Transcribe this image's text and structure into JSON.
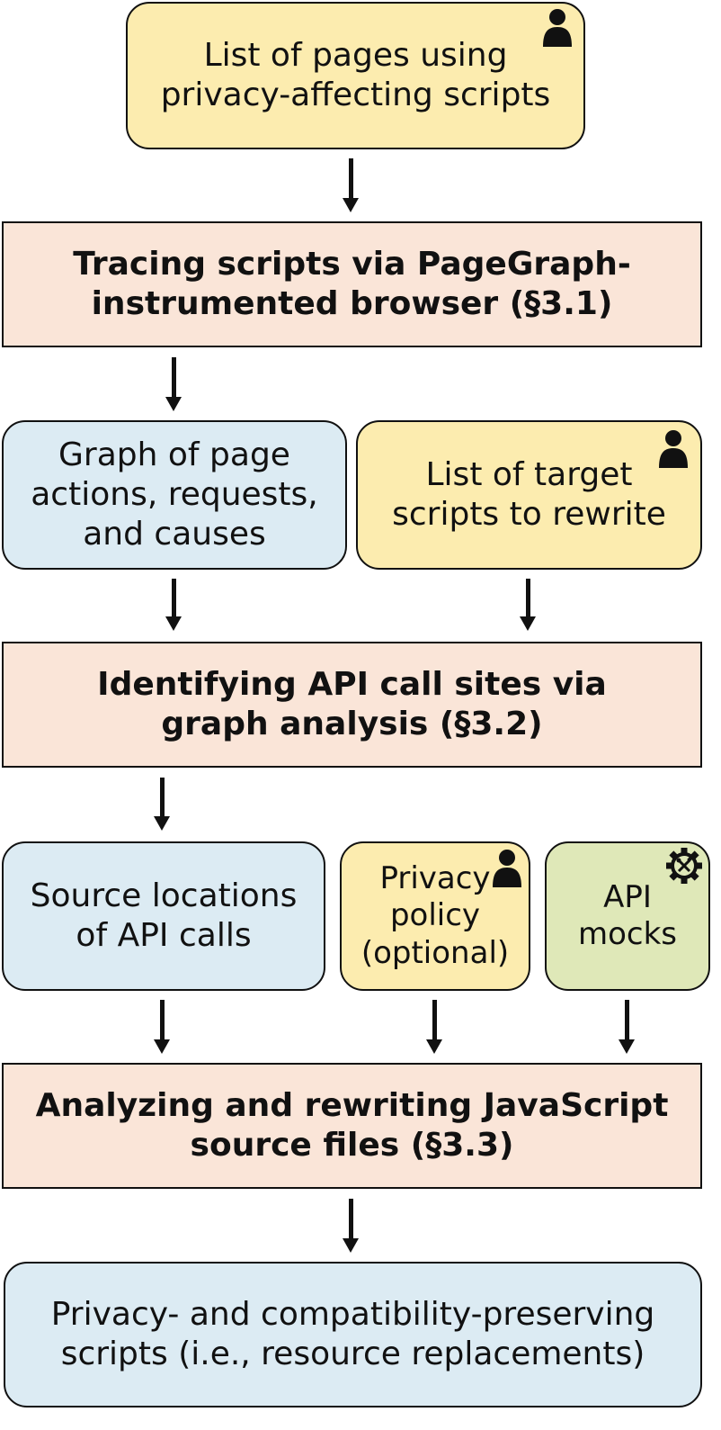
{
  "nodes": {
    "input_pages": {
      "lines": [
        "List of pages using",
        "privacy-affecting scripts"
      ],
      "icon": "person-icon"
    },
    "step1": {
      "lines": [
        "Tracing scripts via PageGraph-",
        "instrumented browser (§3.1)"
      ]
    },
    "graph_output": {
      "lines": [
        "Graph of page",
        "actions, requests,",
        "and causes"
      ]
    },
    "target_scripts": {
      "lines": [
        "List of target",
        "scripts to rewrite"
      ],
      "icon": "person-icon"
    },
    "step2": {
      "lines": [
        "Identifying API call sites via",
        "graph analysis (§3.2)"
      ]
    },
    "source_locations": {
      "lines": [
        "Source locations",
        "of API calls"
      ]
    },
    "privacy_policy": {
      "lines": [
        "Privacy",
        "policy",
        "(optional)"
      ],
      "icon": "person-icon"
    },
    "api_mocks": {
      "lines": [
        "API",
        "mocks"
      ],
      "icon": "gear-tools-icon"
    },
    "step3": {
      "lines": [
        "Analyzing and rewriting JavaScript",
        "source files (§3.3)"
      ]
    },
    "final_output": {
      "lines": [
        "Privacy- and compatibility-preserving",
        "scripts (i.e., resource replacements)"
      ]
    }
  },
  "colors": {
    "user_input": "#fcecaf",
    "artifact": "#dcebf3",
    "mock": "#dfe8b8",
    "process_step": "#fae5d8",
    "stroke": "#111111"
  }
}
